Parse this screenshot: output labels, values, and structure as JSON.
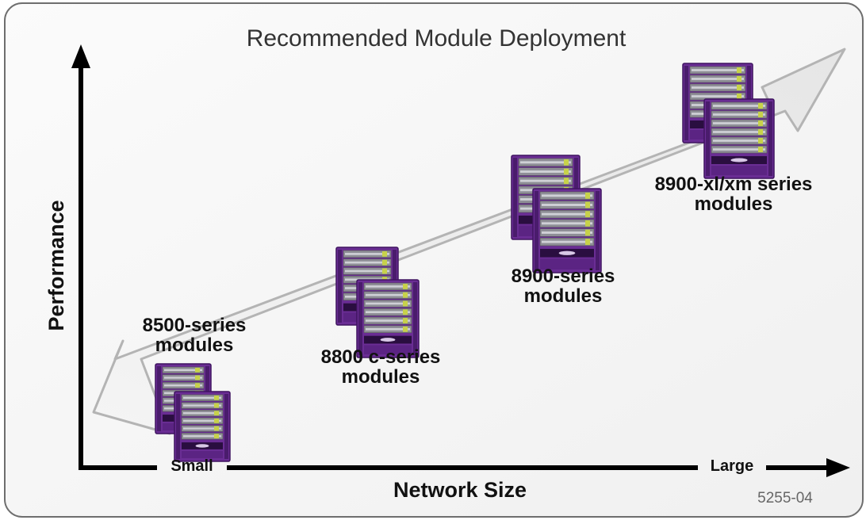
{
  "title": "Recommended Module Deployment",
  "y_axis_label": "Performance",
  "x_axis_label": "Network Size",
  "x_axis_start": "Small",
  "x_axis_end": "Large",
  "figure_id": "5255-04",
  "modules": [
    {
      "line1": "8500-series",
      "line2": "modules"
    },
    {
      "line1": "8800 c-series",
      "line2": "modules"
    },
    {
      "line1": "8900-series",
      "line2": "modules"
    },
    {
      "line1": "8900-xl/xm series",
      "line2": "modules"
    }
  ],
  "colors": {
    "chassis": "#6a2d94",
    "chassis_dark": "#3f1460",
    "arrow_fill": "#ececec",
    "arrow_stroke": "#b4b4b4",
    "axis": "#000000"
  }
}
